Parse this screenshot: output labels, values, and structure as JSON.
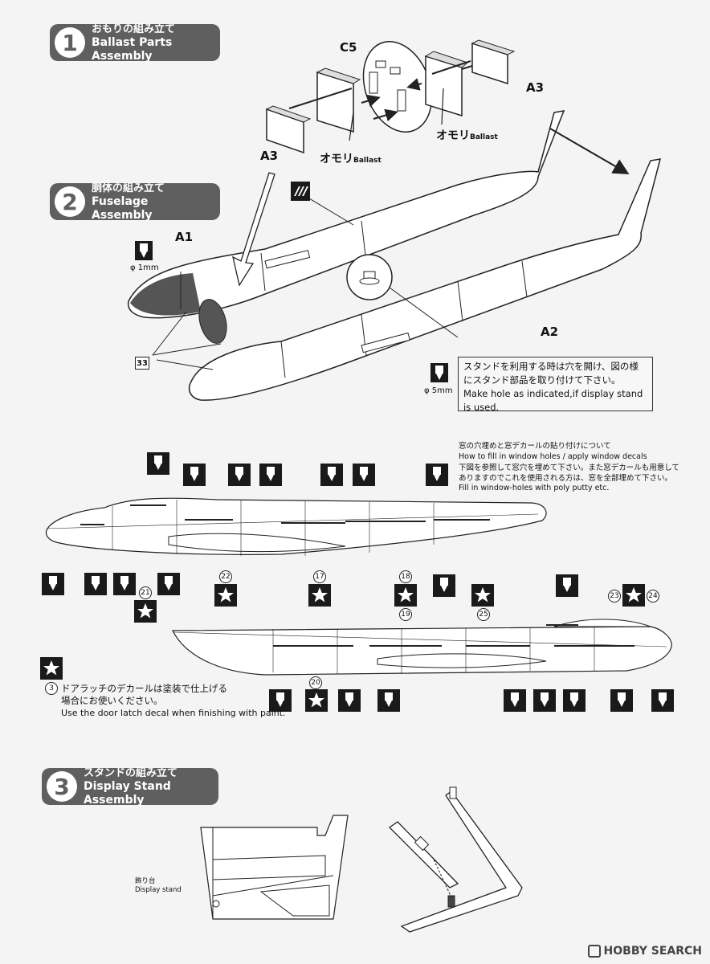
{
  "step1": {
    "num": "1",
    "title_jp": "おもりの組み立て",
    "title_en": "Ballast Parts Assembly"
  },
  "step2": {
    "num": "2",
    "title_jp": "胴体の組み立て",
    "title_en": "Fuselage Assembly"
  },
  "step3": {
    "num": "3",
    "title_jp": "スタンドの組み立て",
    "title_en": "Display Stand Assembly"
  },
  "parts": {
    "c5": "C5",
    "a3_right": "A3",
    "a3_left": "A3",
    "a1": "A1",
    "a2": "A2"
  },
  "ballast": {
    "jp": "オモリ",
    "en": "Ballast"
  },
  "drill": {
    "d1": "φ 1mm",
    "d5": "φ 5mm"
  },
  "decal_33": "33",
  "stand_note": {
    "jp": "スタンドを利用する時は穴を開け、図の様にスタンド部品を取り付けて下さい。",
    "en": "Make hole as indicated,if display stand is used."
  },
  "window_note": {
    "l1": "窓の穴埋めと窓デカールの貼り付けについて",
    "l2": "How to fill in window holes / apply window decals",
    "l3": "下図を参照して窓穴を埋めて下さい。また窓デカールも用意して",
    "l4": "ありますのでこれを使用される方は、窓を全部埋めて下さい。",
    "l5": "Fill in window-holes with poly putty etc."
  },
  "decals": {
    "d21": "21",
    "d22": "22",
    "d17": "17",
    "d18": "18",
    "d23": "23",
    "d24": "24",
    "d19": "19",
    "d25": "25",
    "d20": "20",
    "d3": "3"
  },
  "door_note": {
    "jp1": "ドアラッチのデカールは塗装で仕上げる",
    "jp2": "場合にお使いください。",
    "en": "Use the door latch decal when finishing with paint."
  },
  "display_stand": {
    "jp": "飾り台",
    "en": "Display stand"
  },
  "watermark": "HOBBY SEARCH",
  "colors": {
    "badge": "#5f5f5f",
    "marker": "#1a1a1a"
  }
}
